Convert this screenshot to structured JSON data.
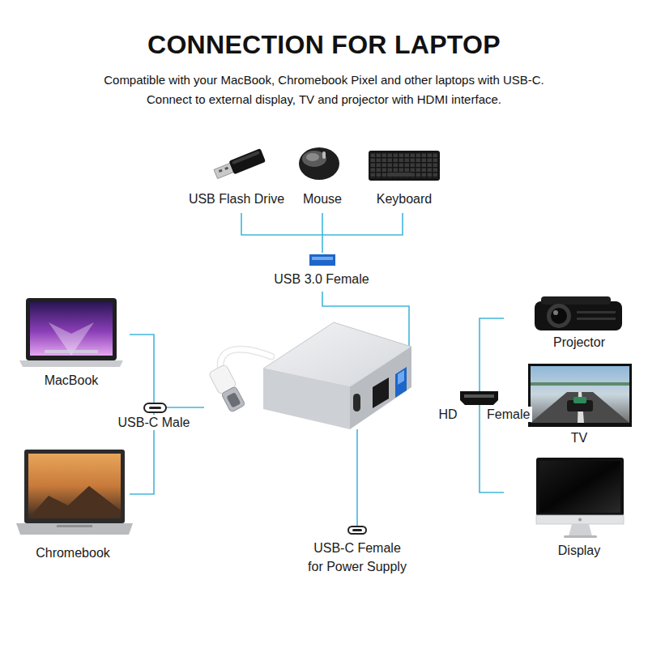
{
  "diagram": {
    "title": "CONNECTION FOR LAPTOP",
    "labels": [
      "Compatible with your MacBook, Chromebook Pixel and other laptops with USB-C.",
      "Connect to external display, TV and projector with HDMI interface.",
      "USB Flash Drive",
      "Mouse",
      "Keyboard",
      "USB 3.0 Female",
      "MacBook",
      "USB-C Male",
      "Chromebook",
      "Projector",
      "HD",
      "Female",
      "TV",
      "Display",
      "USB-C Female for Power Supply"
    ]
  }
}
